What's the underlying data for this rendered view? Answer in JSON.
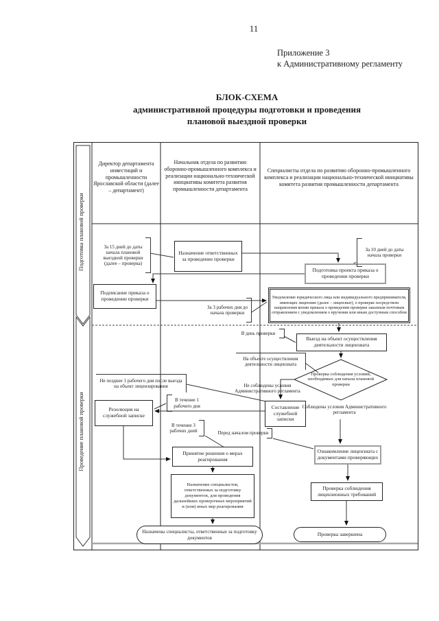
{
  "page": {
    "number": "11",
    "appendix1": "Приложение 3",
    "appendix2": "к Административному регламенту",
    "title1": "БЛОК-СХЕМА",
    "title2": "административной процедуры подготовки и проведения",
    "title3": "плановой выездной проверки"
  },
  "diagram": {
    "lanes": {
      "top": "Подготовка плановой проверки",
      "bottom": "Проведение плановой проверки"
    },
    "columns": {
      "c1": "Директор департамента инвестиций и промышленности Ярославской области (далее – департамент)",
      "c2": "Начальник отдела по развитию оборонно-промышленного комплекса и реализации национально-технической инициативы комитета развития промышленности департамента",
      "c3": "Специалисты отдела по развитию оборонно-промышленного комплекса и реализации национально-технической инициативы комитета развития промышленности департамента"
    },
    "nodes": {
      "assign": "Назначение ответственных за проведение проверки",
      "draft": "Подготовка проекта приказа о проведении проверки",
      "sign": "Подписание приказа о проведении проверки",
      "notify": "Уведомление юридического лица или индивидуального предпринимателя, имеющих лицензию (далее – лицензиат), о проверке посредством направления копии приказа о проведении проверки заказным почтовым отправлением с уведомлением о вручении или иным доступным способом",
      "visit": "Выезд на объект осуществления деятельности лицензиата",
      "decide": "Проверка соблюдения условий, необходимых для начала плановой проверки",
      "memo": "Составление служебной записки",
      "resolution": "Резолюция на служебной записке",
      "decision": "Принятие решения о мерах реагирования",
      "assign_specialists": "Назначение специалистов, ответственных за подготовку документов, для проведения дальнейших проверочных мероприятий и (или) иных мер реагирования",
      "specialists_done": "Назначены специалисты, ответственные за подготовку документов",
      "familiarize": "Ознакомление лицензиата с документами проверяющих",
      "check_requirements": "Проверка соблюдения лицензионных требований",
      "done": "Проверка завершена"
    },
    "annotations": {
      "days15": "За 15 дней до даты начала плановой выездной проверки (далее – проверка)",
      "days10": "За 10 дней до даты начала проверки",
      "days3": "За 3 рабочих дня до начала проверки",
      "day_of": "В день проверки",
      "on_site": "На объекте осуществления деятельности лицензиата",
      "not_later": "Не позднее 1 рабочего дня после выезда на объект лицензирования",
      "within_1": "В течение 1 рабочего дня",
      "within_3": "В течение 3 рабочих дней",
      "before_start": "Перед началом проверки",
      "not_met": "Не соблюдены условия Административного регламента",
      "met": "Соблюдены условия Административного регламента"
    }
  }
}
